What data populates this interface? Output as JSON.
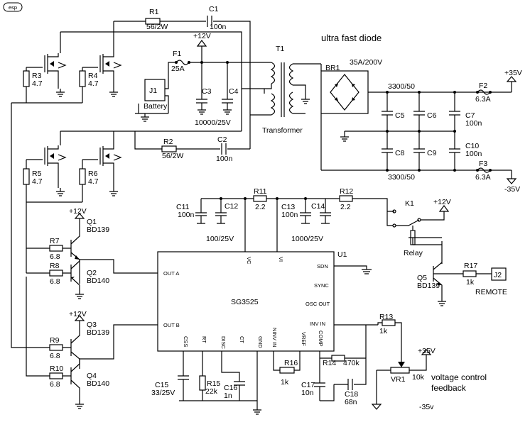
{
  "logo": "esp",
  "annotations": {
    "diode_note": "ultra fast diode",
    "transformer": "Transformer",
    "voltage_control_1": "voltage control",
    "voltage_control_2": "feedback",
    "remote": "REMOTE",
    "relay": "Relay"
  },
  "rails": {
    "plus12": "+12V",
    "plus35": "+35V",
    "minus35": "-35V",
    "minus35v": "-35v"
  },
  "components": {
    "R1": {
      "ref": "R1",
      "value": "56/2W"
    },
    "C1": {
      "ref": "C1",
      "value": "100n"
    },
    "R2": {
      "ref": "R2",
      "value": "56/2W"
    },
    "C2": {
      "ref": "C2",
      "value": "100n"
    },
    "F1": {
      "ref": "F1",
      "value": "25A"
    },
    "J1": {
      "ref": "J1",
      "value": "Battery"
    },
    "C3": {
      "ref": "C3"
    },
    "C4": {
      "ref": "C4"
    },
    "C3C4_value": "10000/25V",
    "T1": {
      "ref": "T1"
    },
    "BR1": {
      "ref": "BR1",
      "value": "35A/200V"
    },
    "C5": {
      "ref": "C5"
    },
    "C6": {
      "ref": "C6"
    },
    "C8": {
      "ref": "C8"
    },
    "C9": {
      "ref": "C9"
    },
    "cap_top_value": "3300/50",
    "cap_bot_value": "3300/50",
    "C7": {
      "ref": "C7",
      "value": "100n"
    },
    "C10": {
      "ref": "C10",
      "value": "100n"
    },
    "F2": {
      "ref": "F2",
      "value": "6.3A"
    },
    "F3": {
      "ref": "F3",
      "value": "6.3A"
    },
    "R3": {
      "ref": "R3",
      "value": "4.7"
    },
    "R4": {
      "ref": "R4",
      "value": "4.7"
    },
    "R5": {
      "ref": "R5",
      "value": "4.7"
    },
    "R6": {
      "ref": "R6",
      "value": "4.7"
    },
    "Q1": {
      "ref": "Q1",
      "value": "BD139"
    },
    "Q2": {
      "ref": "Q2",
      "value": "BD140"
    },
    "Q3": {
      "ref": "Q3",
      "value": "BD139"
    },
    "Q4": {
      "ref": "Q4",
      "value": "BD140"
    },
    "R7": {
      "ref": "R7",
      "value": "6.8"
    },
    "R8": {
      "ref": "R8",
      "value": "6.8"
    },
    "R9": {
      "ref": "R9",
      "value": "6.8"
    },
    "R10": {
      "ref": "R10",
      "value": "6.8"
    },
    "C11": {
      "ref": "C11",
      "value": "100n"
    },
    "C12": {
      "ref": "C12"
    },
    "C12_value": "100/25V",
    "R11": {
      "ref": "R11",
      "value": "2.2"
    },
    "C13": {
      "ref": "C13",
      "value": "100n"
    },
    "C14": {
      "ref": "C14"
    },
    "C14_value": "1000/25V",
    "R12": {
      "ref": "R12",
      "value": "2.2"
    },
    "K1": {
      "ref": "K1"
    },
    "U1": {
      "ref": "U1",
      "value": "SG3525"
    },
    "Q5": {
      "ref": "Q5",
      "value": "BD139"
    },
    "R17": {
      "ref": "R17",
      "value": "1k"
    },
    "J2": {
      "ref": "J2"
    },
    "R13": {
      "ref": "R13",
      "value": "1k"
    },
    "R14": {
      "ref": "R14",
      "value": "470k"
    },
    "VR1": {
      "ref": "VR1",
      "value": "10k"
    },
    "R15": {
      "ref": "R15",
      "value": "22k"
    },
    "C15": {
      "ref": "C15",
      "value": "33/25V"
    },
    "C16": {
      "ref": "C16",
      "value": "1n"
    },
    "R16": {
      "ref": "R16",
      "value": "1k"
    },
    "C17": {
      "ref": "C17",
      "value": "10n"
    },
    "C18": {
      "ref": "C18",
      "value": "68n"
    }
  },
  "ic_pins": {
    "vc": "VC",
    "vi": "VI",
    "sdn": "SDN",
    "sync": "SYNC",
    "osc_out": "OSC OUT",
    "inv_in": "INV IN",
    "out_a": "OUT A",
    "out_b": "OUT B",
    "css": "CSS",
    "rt": "RT",
    "disc": "DISC",
    "ct": "CT",
    "gnd": "GND",
    "ninv_in": "NINV IN",
    "vref": "VREF",
    "comp": "COMP"
  }
}
